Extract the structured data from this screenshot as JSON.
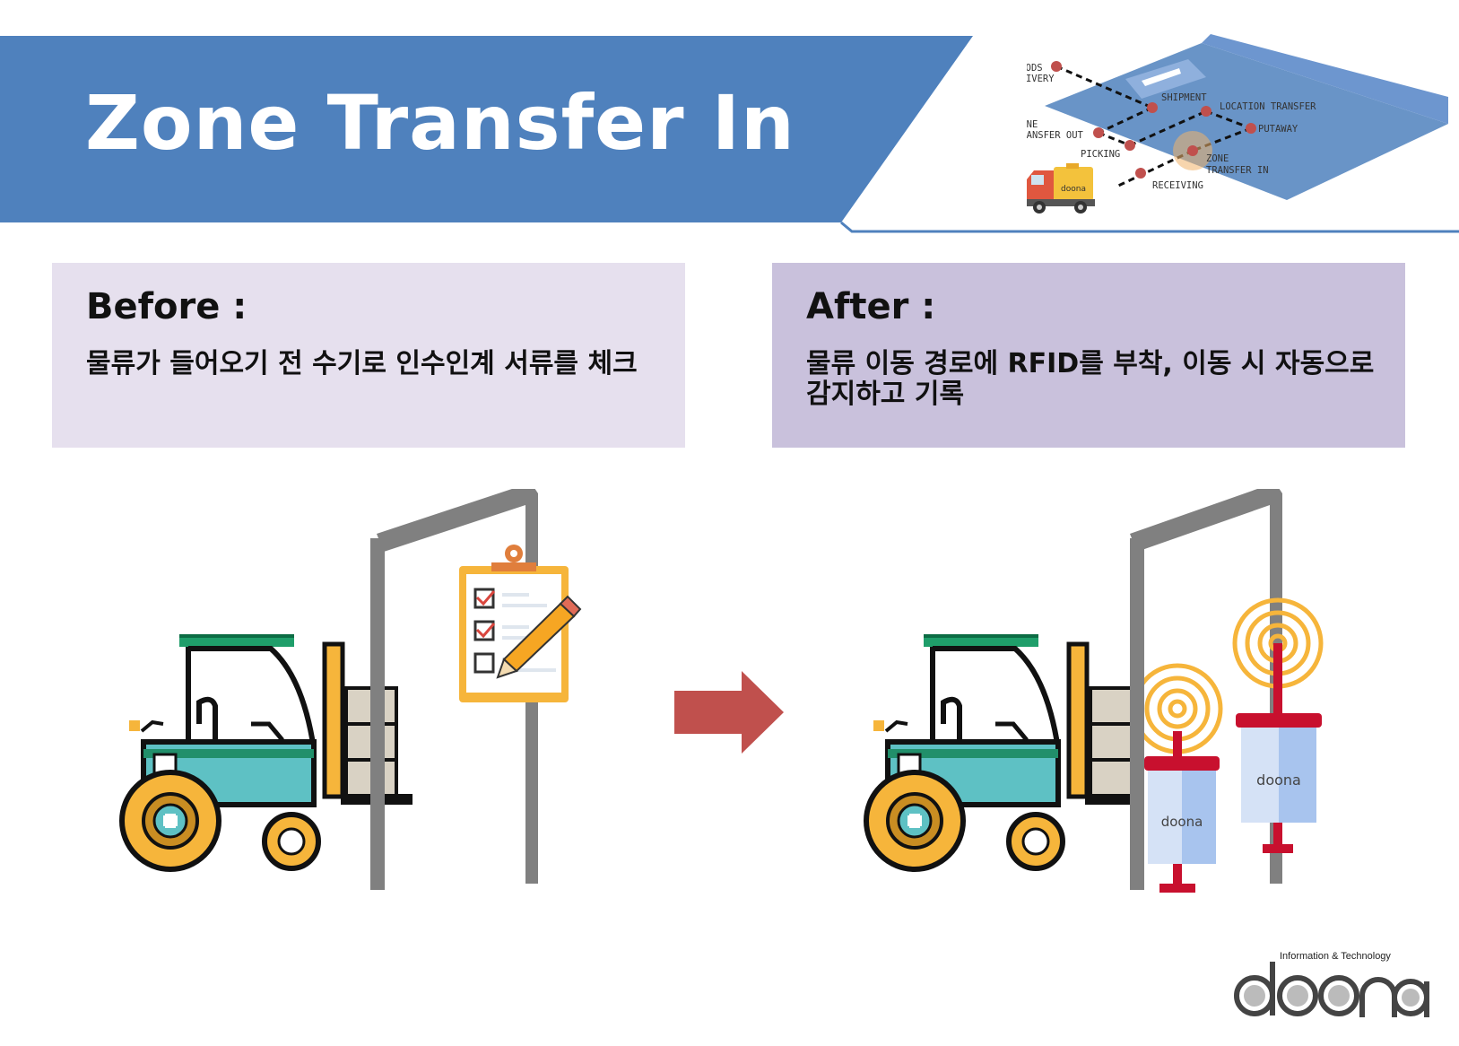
{
  "header": {
    "title": "Zone Transfer In",
    "banner_color": "#4f81bd"
  },
  "process_diagram": {
    "labels": {
      "goods_delivery_1": "GOODS",
      "goods_delivery_2": "DELIVERY",
      "shipment": "SHIPMENT",
      "location_transfer": "LOCATION TRANSFER",
      "zone_out_1": "ZONE",
      "zone_out_2": "TRANSFER OUT",
      "putaway": "PUTAWAY",
      "picking": "PICKING",
      "zone_in_1": "ZONE",
      "zone_in_2": "TRANSFER IN",
      "receiving": "RECEIVING"
    },
    "highlighted_step": "ZONE TRANSFER IN",
    "node_color": "#c0504d"
  },
  "before": {
    "heading": "Before :",
    "description": "물류가 들어오기 전 수기로 인수인계 서류를 체크",
    "panel_color": "#e6e0ee"
  },
  "after": {
    "heading": "After :",
    "description": "물류 이동 경로에 RFID를 부착, 이동 시 자동으로 감지하고 기록",
    "panel_color": "#c9c1dc"
  },
  "icons": {
    "before_illustration": [
      "forklift-icon",
      "gate-icon",
      "clipboard-checklist-icon",
      "pencil-icon"
    ],
    "transition": "right-arrow-icon",
    "after_illustration": [
      "forklift-icon",
      "gate-icon",
      "rfid-reader-icon",
      "signal-waves-icon"
    ]
  },
  "logo": {
    "tagline": "Information & Technology",
    "wordmark": "doona"
  }
}
